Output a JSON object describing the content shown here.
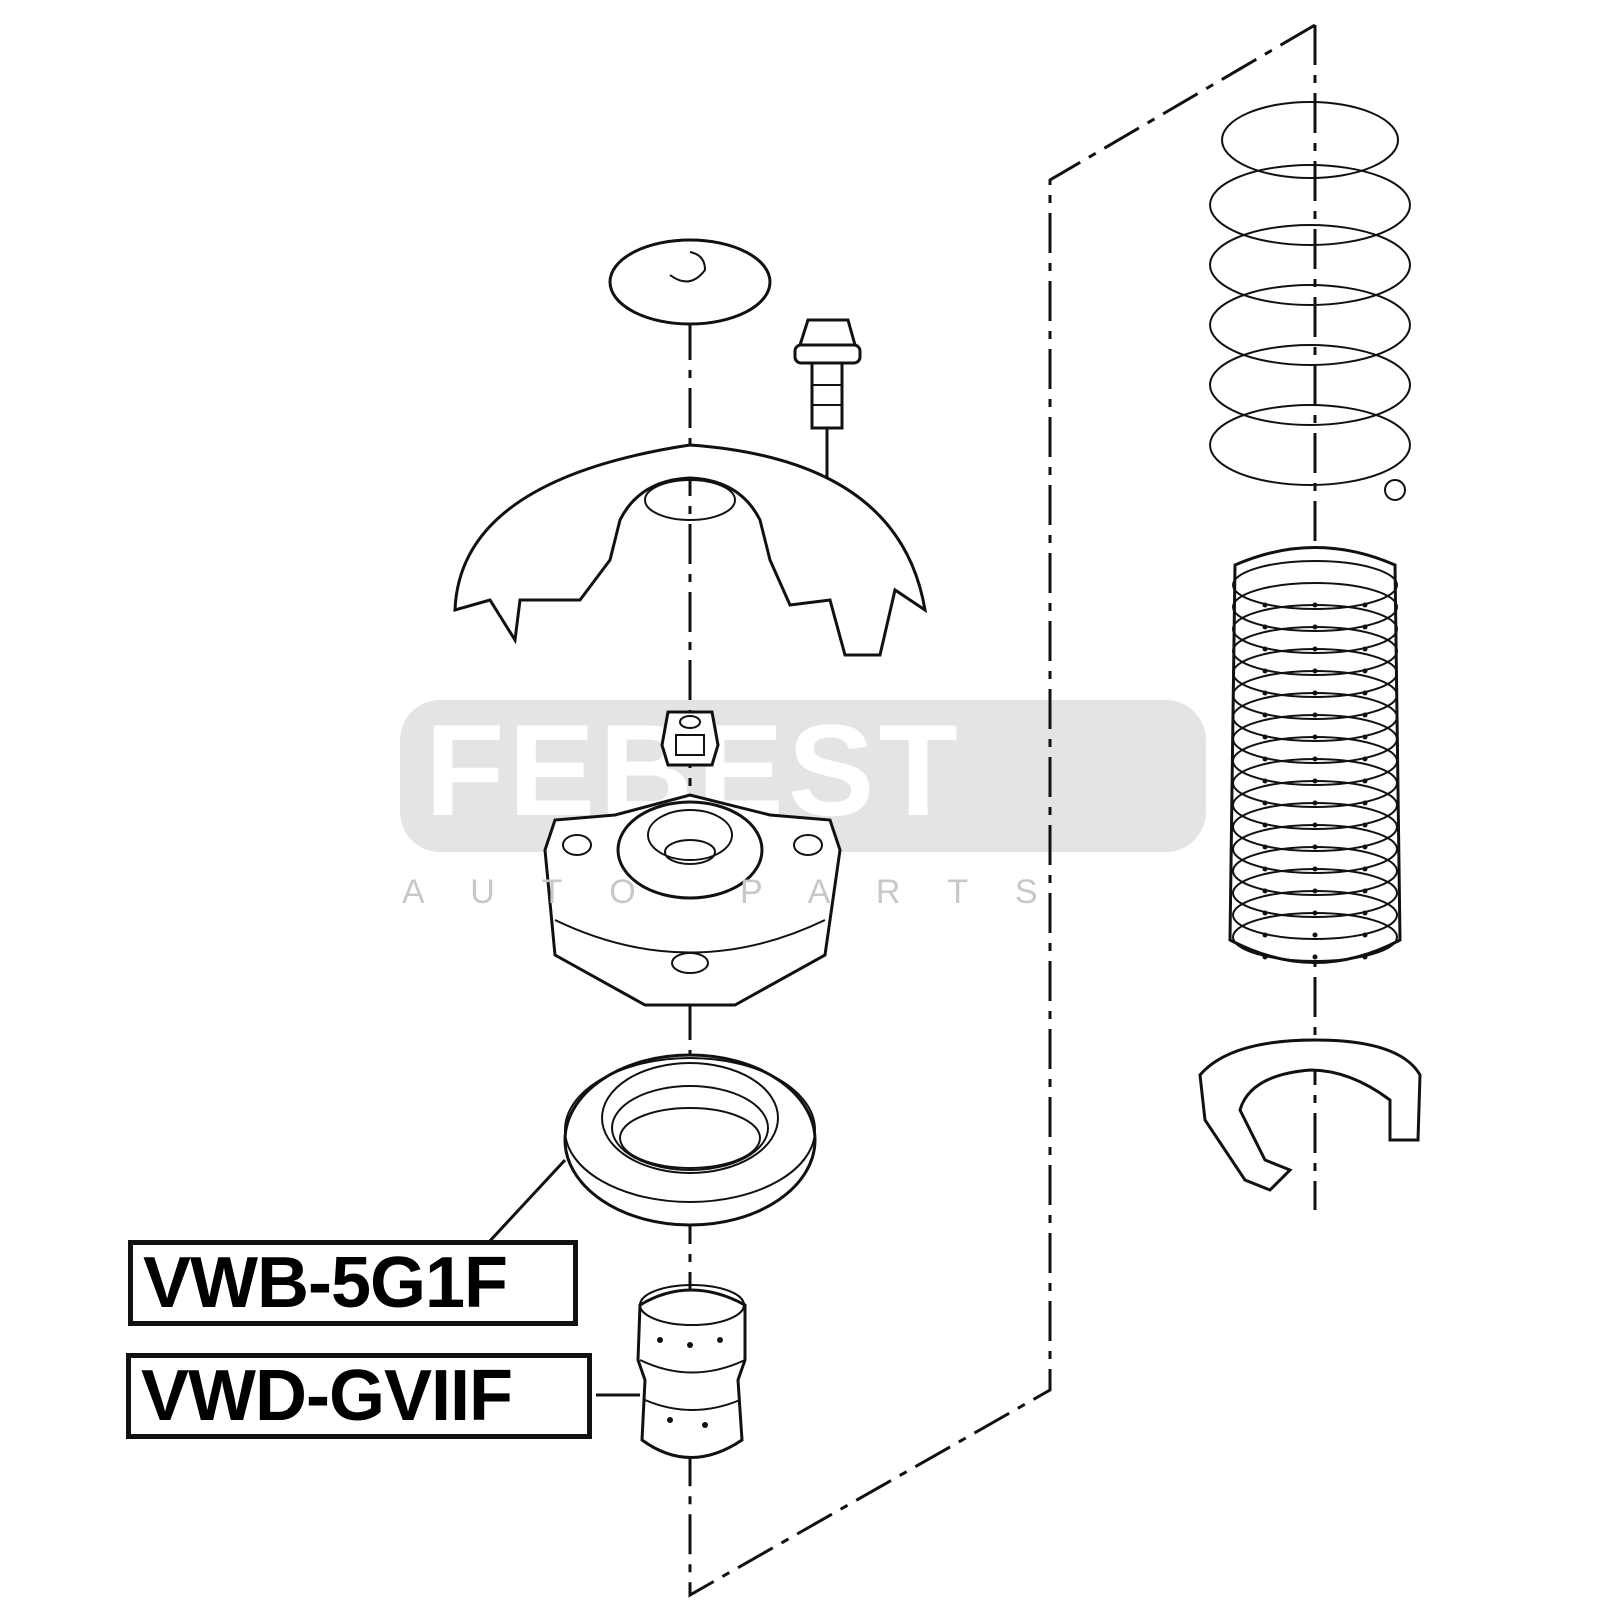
{
  "watermark": {
    "brand": "FEBEST",
    "tagline": "A U T O   P A R T S"
  },
  "labels": [
    {
      "part_number": "VWB-5G1F"
    },
    {
      "part_number": "VWD-GVIIF"
    }
  ]
}
